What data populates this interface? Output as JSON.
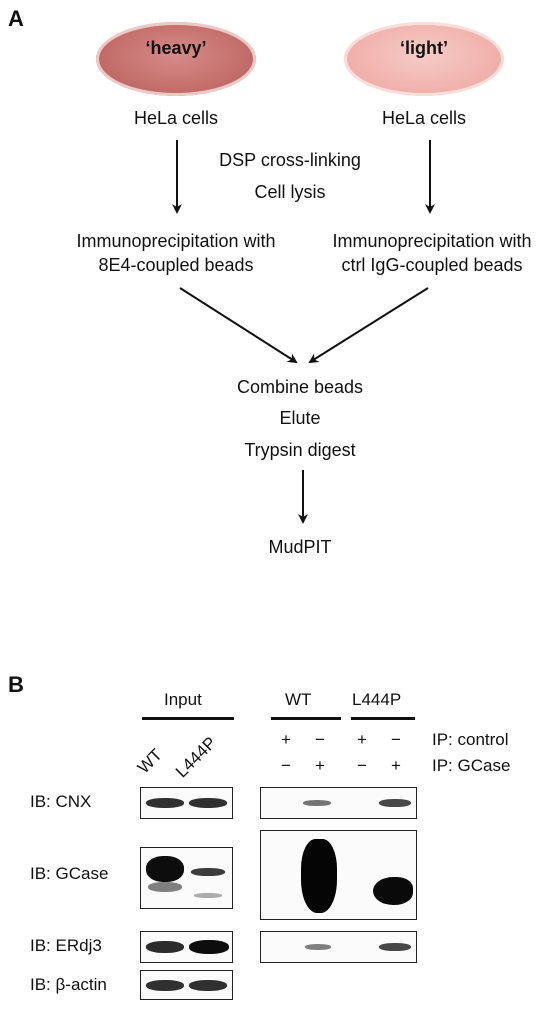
{
  "panelA": {
    "letter": "A",
    "heavy_label": "‘heavy’",
    "light_label": "‘light’",
    "heavy_cells": "HeLa cells",
    "light_cells": "HeLa cells",
    "crosslinking": "DSP cross-linking",
    "lysis": "Cell lysis",
    "ip_heavy_line1": "Immunoprecipitation with",
    "ip_heavy_line2": "8E4-coupled beads",
    "ip_light_line1": "Immunoprecipitation with",
    "ip_light_line2": "ctrl IgG-coupled beads",
    "combine": "Combine beads",
    "elute": "Elute",
    "digest": "Trypsin digest",
    "mudpit": "MudPIT",
    "colors": {
      "heavy_dish": "#c97a78",
      "light_dish": "#f2b8b4"
    }
  },
  "panelB": {
    "letter": "B",
    "input_header": "Input",
    "wt_header": "WT",
    "l444p_header": "L444P",
    "input_lanes": [
      "WT",
      "L444P"
    ],
    "ip_control_label": "IP: control",
    "ip_gcase_label": "IP: GCase",
    "ip_control_signs": [
      "+",
      "−",
      "+",
      "−"
    ],
    "ip_gcase_signs": [
      "−",
      "+",
      "−",
      "+"
    ],
    "ib_labels": [
      "IB: CNX",
      "IB: GCase",
      "IB: ERdj3",
      "IB: β-actin"
    ]
  }
}
